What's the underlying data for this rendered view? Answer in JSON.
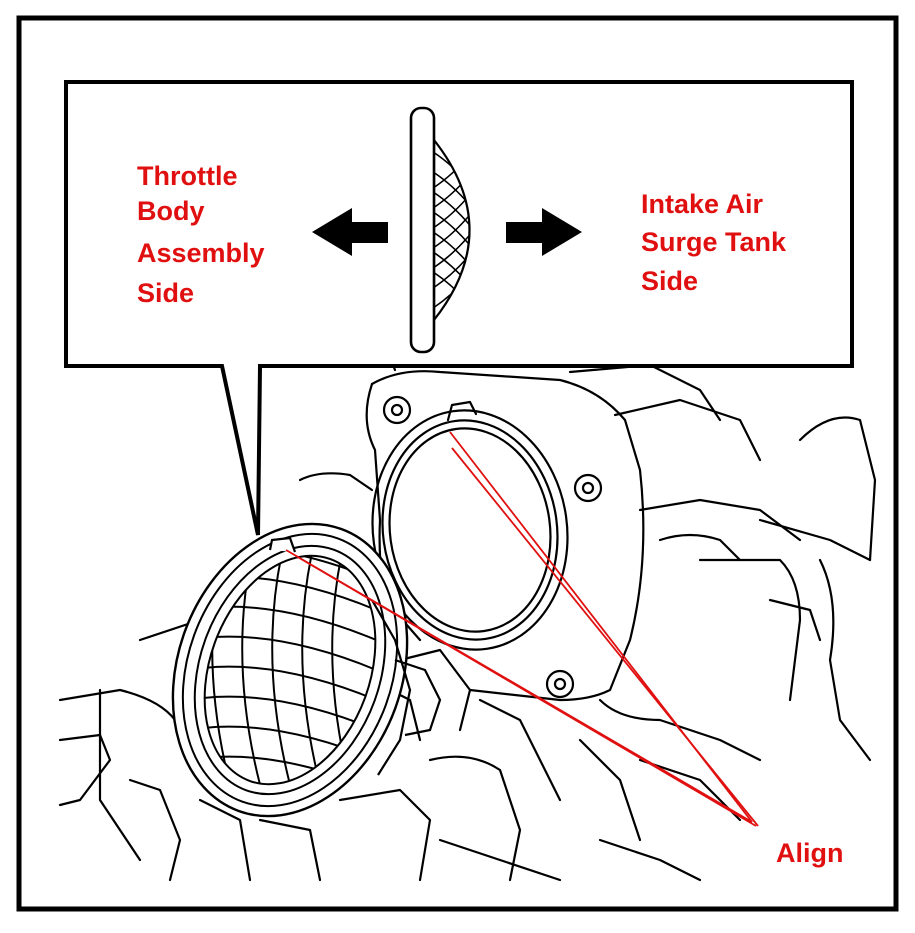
{
  "callout": {
    "left_label": [
      "Throttle",
      "Body",
      "Assembly",
      "Side"
    ],
    "right_label": [
      "Intake Air",
      "Surge Tank",
      "Side"
    ]
  },
  "annotation": {
    "align_label": "Align"
  },
  "colors": {
    "label": "#e01010",
    "line": "#000000",
    "pointer": "#e01010"
  },
  "icons": [
    "arrow-left-icon",
    "arrow-right-icon",
    "mesh-screen-icon"
  ]
}
